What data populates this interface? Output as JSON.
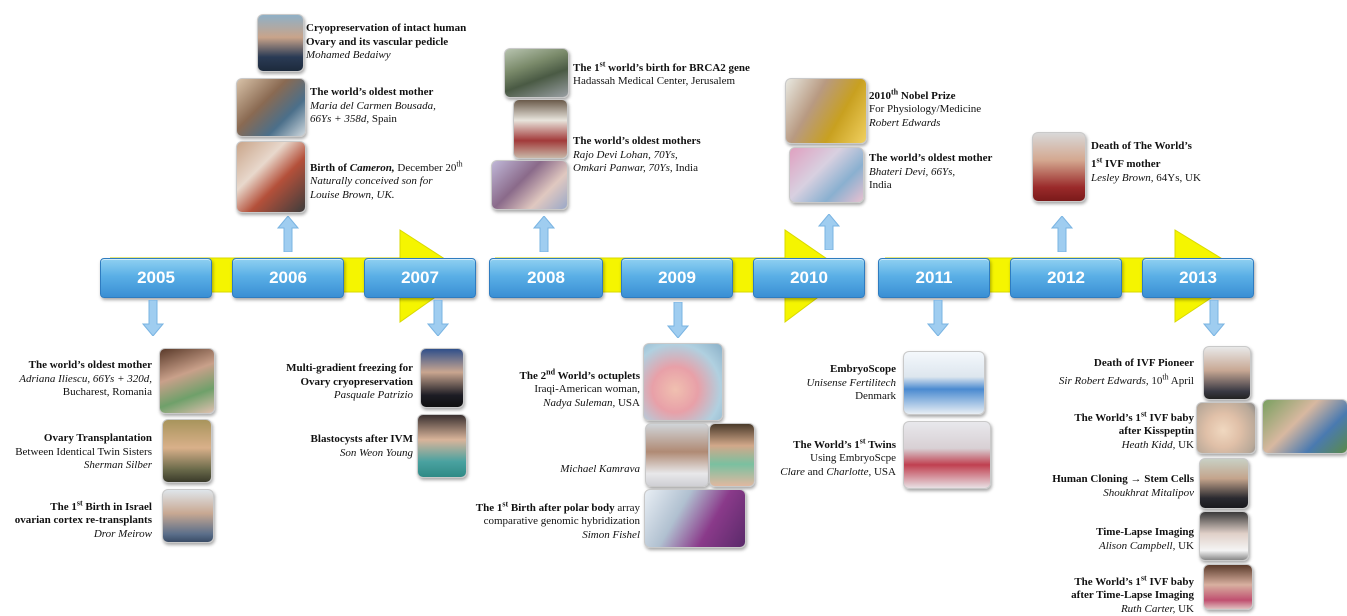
{
  "timeline": {
    "years": [
      "2005",
      "2006",
      "2007",
      "2008",
      "2009",
      "2010",
      "2011",
      "2012",
      "2013"
    ],
    "arrow_color": "#f5f500",
    "box_color": "#4da6e0"
  },
  "events": {
    "e2006_1": {
      "title_1": "Cryopreservation of intact human",
      "title_2": "Ovary and its vascular pedicle",
      "name": "Mohamed Bedaiwy"
    },
    "e2006_2": {
      "title": "The world’s oldest mother",
      "detail_1": "Maria del Carmen Bousada,",
      "detail_2": "66Ys + 358d,",
      "detail_2b": " Spain"
    },
    "e2006_3": {
      "title_a": "Birth of ",
      "title_b": "Cameron,",
      "title_c": " December 20",
      "title_sup": "th",
      "detail_1": "Naturally conceived son for",
      "detail_2": "Louise Brown, UK."
    },
    "e2005_1": {
      "title": "The world’s oldest mother",
      "detail_1": "Adriana Iliescu, 66Ys + 320d,",
      "detail_2": "Bucharest, Romania"
    },
    "e2005_2": {
      "title": "Ovary Transplantation",
      "detail_1": "Between Identical Twin Sisters",
      "name": "Sherman Silber"
    },
    "e2005_3": {
      "title_a": "The 1",
      "title_sup": "st",
      "title_b": " Birth in Israel",
      "title_2": "ovarian cortex re-transplants",
      "name": "Dror Meirow"
    },
    "e2007_1": {
      "title_1": "Multi-gradient freezing for",
      "title_2": "Ovary cryopreservation",
      "name": "Pasquale Patrizio"
    },
    "e2007_2": {
      "title": "Blastocysts after IVM",
      "name": "Son Weon Young"
    },
    "e2008_1": {
      "title_a": "The 1",
      "title_sup": "st",
      "title_b": " world’s birth for BRCA2 gene",
      "detail": "Hadassah Medical Center, Jerusalem"
    },
    "e2008_2": {
      "title": "The world’s oldest mothers",
      "detail_1": "Rajo Devi Lohan, 70Ys,",
      "detail_2": "Omkari Panwar, 70Ys,",
      "detail_2b": " India"
    },
    "e2009_1": {
      "title_a": "The 2",
      "title_sup": "nd",
      "title_b": " World’s octuplets",
      "detail_1": "Iraqi-American woman,",
      "detail_2": "Nadya Suleman,",
      "detail_2b": " USA"
    },
    "e2009_2": {
      "name": "Michael Kamrava"
    },
    "e2009_3": {
      "title_a": "The 1",
      "title_sup": "st",
      "title_b": " Birth after polar body",
      "title_c": " array",
      "detail": "comparative genomic hybridization",
      "name": "Simon Fishel"
    },
    "e2010_1": {
      "title_a": "2010",
      "title_sup": "th",
      "title_b": " Nobel Prize",
      "detail": "For Physiology/Medicine",
      "name": "Robert Edwards"
    },
    "e2010_2": {
      "title": "The world’s oldest mother",
      "detail_1": "Bhateri Devi, 66Ys,",
      "detail_2": "India"
    },
    "e2011_1": {
      "title": "EmbryoScope",
      "detail_1": "Unisense Fertilitech",
      "detail_2": "Denmark"
    },
    "e2011_2": {
      "title_a": "The World’s 1",
      "title_sup": "st",
      "title_b": " Twins",
      "detail": "Using EmbryoScpe",
      "detail_2a": "Clare",
      "detail_2b": " and ",
      "detail_2c": "Charlotte,",
      "detail_2d": " USA"
    },
    "e2012_1": {
      "title_1": "Death of The World’s",
      "title_2a": "1",
      "title_sup": "st",
      "title_2b": " IVF mother",
      "detail_a": "Lesley Brown,",
      "detail_b": " 64Ys, UK"
    },
    "e2013_1": {
      "title": "Death of IVF Pioneer",
      "detail_a": "Sir Robert Edwards,",
      "detail_b": " 10",
      "detail_sup": "th",
      "detail_c": " April"
    },
    "e2013_2": {
      "title_a": "The World’s 1",
      "title_sup": "st",
      "title_b": " IVF baby",
      "title_2": "after Kisspeptin",
      "detail_a": "Heath Kidd,",
      "detail_b": " UK"
    },
    "e2013_3": {
      "title": "Human Cloning → Stem Cells",
      "name": "Shoukhrat Mitalipov"
    },
    "e2013_4": {
      "title": "Time-Lapse Imaging",
      "detail_a": "Alison Campbell,",
      "detail_b": " UK"
    },
    "e2013_5": {
      "title_a": "The World’s 1",
      "title_sup": "st",
      "title_b": " IVF baby",
      "title_2": "after Time-Lapse Imaging",
      "detail_a": "Ruth Carter,",
      "detail_b": " UK"
    }
  }
}
